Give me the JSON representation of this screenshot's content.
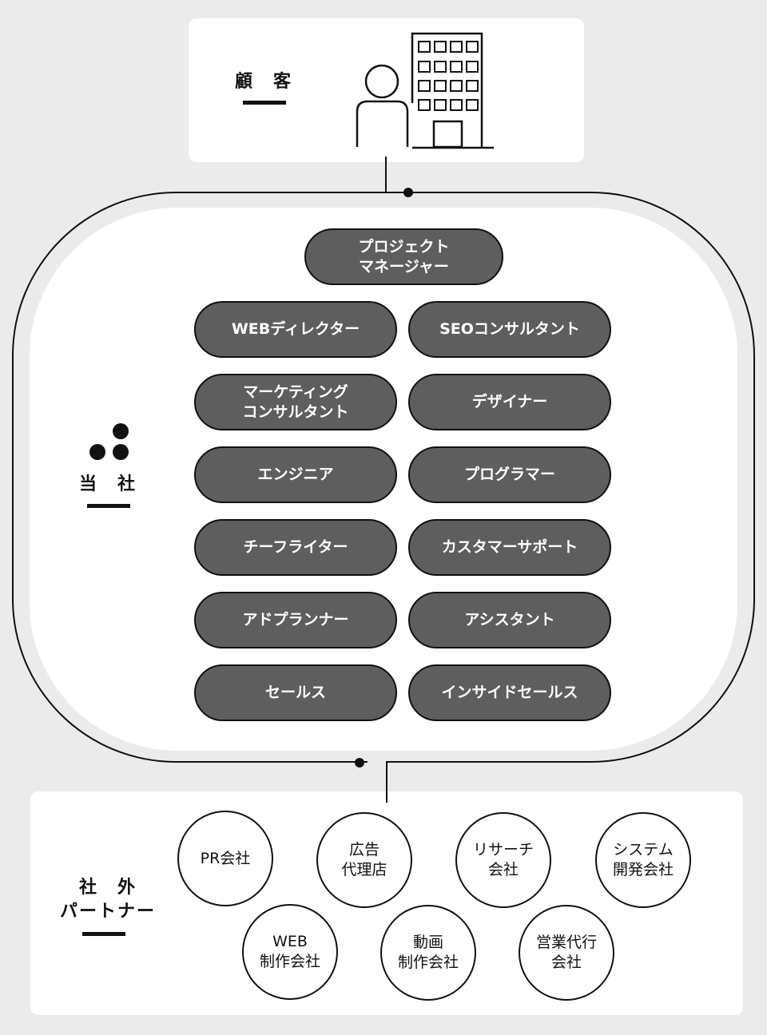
{
  "customer": {
    "label": "顧　客",
    "icons": [
      "person-icon",
      "building-icon"
    ]
  },
  "company": {
    "label": "当　社",
    "roles": [
      "プロジェクト\nマネージャー",
      "WEBディレクター",
      "SEOコンサルタント",
      "マーケティング\nコンサルタント",
      "デザイナー",
      "エンジニア",
      "プログラマー",
      "チーフライター",
      "カスタマーサポート",
      "アドプランナー",
      "アシスタント",
      "セールス",
      "インサイドセールス"
    ]
  },
  "partners": {
    "label": "社　外\nパートナー",
    "items": [
      "PR会社",
      "広告\n代理店",
      "リサーチ\n会社",
      "システム\n開発会社",
      "WEB\n制作会社",
      "動画\n制作会社",
      "営業代行\n会社"
    ]
  },
  "colors": {
    "background": "#ebebeb",
    "pill": "#5e5e5e",
    "line": "#111111"
  }
}
